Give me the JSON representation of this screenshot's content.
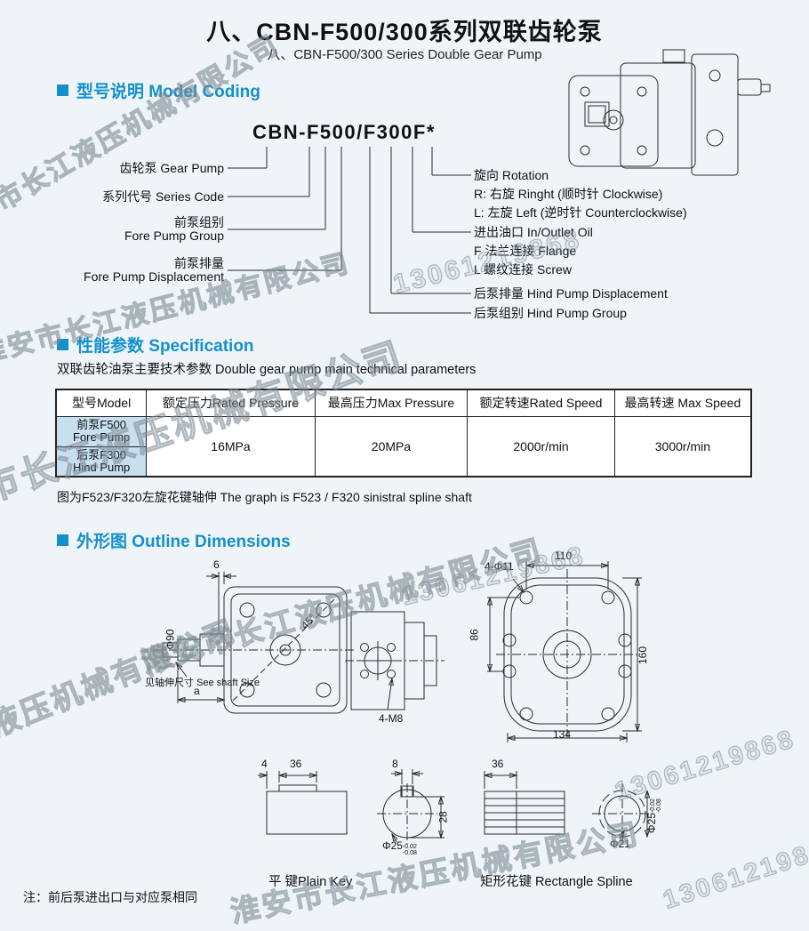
{
  "header": {
    "title_cn": "八、CBN-F500/300系列双联齿轮泵",
    "title_en": "八、CBN-F500/300 Series Double Gear Pump"
  },
  "watermark": {
    "company": "淮安市长江液压机械有限公司",
    "phone": "13061219868"
  },
  "model_coding": {
    "title": "型号说明 Model Coding",
    "code": "CBN-F500/F300F*",
    "left_labels": [
      {
        "text": "齿轮泵 Gear Pump"
      },
      {
        "text": "系列代号 Series Code"
      },
      {
        "text": "前泵组别\nFore Pump Group"
      },
      {
        "text": "前泵排量\nFore Pump Displacement"
      }
    ],
    "right_labels": [
      {
        "text": "旋向 Rotation"
      },
      {
        "text": "R: 右旋 Ringht (顺时针 Clockwise)"
      },
      {
        "text": "L: 左旋 Left (逆时针 Counterclockwise)"
      },
      {
        "text": "进出油口 In/Outlet Oil"
      },
      {
        "text": "F 法兰连接 Flange"
      },
      {
        "text": "L 螺纹连接 Screw"
      },
      {
        "text": "后泵排量 Hind Pump Displacement"
      },
      {
        "text": "后泵组别 Hind Pump Group"
      }
    ]
  },
  "specification": {
    "title": "性能参数 Specification",
    "intro": "双联齿轮油泵主要技术参数 Double gear pump main technical parameters",
    "table": {
      "headers": [
        "型号Model",
        "额定压力Rated Pressure",
        "最高压力Max Pressure",
        "额定转速Rated Speed",
        "最高转速 Max Speed"
      ],
      "models": [
        "前泵F500\nFore Pump",
        "后泵F300\nHind Pump"
      ],
      "values": [
        "16MPa",
        "20MPa",
        "2000r/min",
        "3000r/min"
      ]
    },
    "note": "图为F523/F320左旋花键轴伸 The graph is F523 / F320 sinistral spline shaft"
  },
  "outline": {
    "title": "外形图 Outline Dimensions",
    "dims": {
      "top6": "6",
      "phi90": "Φ90",
      "deg45": "45°",
      "m8": "4-M8",
      "shaft_note": "见轴伸尺寸\nSee shaft Size",
      "a": "a",
      "d110": "110",
      "holes": "4-Φ11",
      "d86": "86",
      "d160": "160",
      "d134": "134",
      "key_w4": "4",
      "key_l36": "36",
      "key_w8": "8",
      "key_h28": "28",
      "key_phi25": "Φ25",
      "key_tol_hi": "-0.02",
      "key_tol_lo": "-0.08",
      "spline_l36": "36",
      "spline_phi25": "Φ25",
      "spline_tol_hi": "-0.02",
      "spline_tol_lo": "-0.08",
      "spline_phi21": "Φ21"
    },
    "captions": {
      "plain_key": "平 键Plain Key",
      "spline": "矩形花键 Rectangle Spline"
    }
  },
  "footer": {
    "note": "注：前后泵进出口与对应泵相同"
  }
}
